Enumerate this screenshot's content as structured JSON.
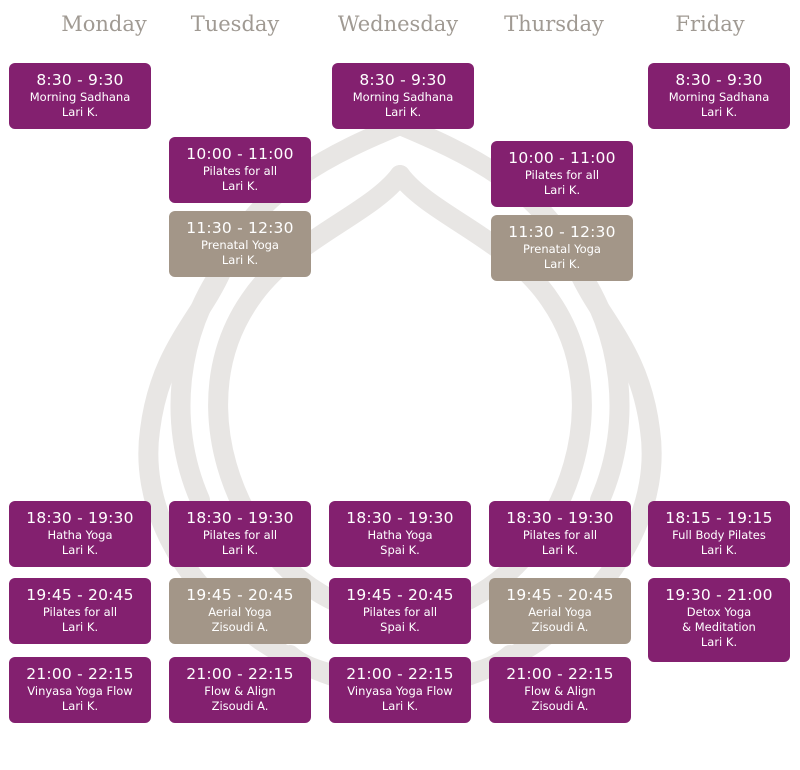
{
  "colors": {
    "purple": "#83206f",
    "grey": "#a39688",
    "header": "#a09a93",
    "lotus": "#e8e6e4"
  },
  "days": [
    {
      "name": "Monday"
    },
    {
      "name": "Tuesday"
    },
    {
      "name": "Wednesday"
    },
    {
      "name": "Thursday"
    },
    {
      "name": "Friday"
    }
  ],
  "classes": [
    {
      "time": "8:30 - 9:30",
      "title": "Morning Sadhana",
      "instructor": "Lari K."
    },
    {
      "time": "8:30 - 9:30",
      "title": "Morning Sadhana",
      "instructor": "Lari K."
    },
    {
      "time": "8:30 - 9:30",
      "title": "Morning Sadhana",
      "instructor": "Lari K."
    },
    {
      "time": "10:00 - 11:00",
      "title": "Pilates for all",
      "instructor": "Lari K."
    },
    {
      "time": "10:00 - 11:00",
      "title": "Pilates for all",
      "instructor": "Lari K."
    },
    {
      "time": "11:30 - 12:30",
      "title": "Prenatal Yoga",
      "instructor": "Lari K."
    },
    {
      "time": "11:30 - 12:30",
      "title": "Prenatal Yoga",
      "instructor": "Lari K."
    },
    {
      "time": "18:30 - 19:30",
      "title": "Hatha Yoga",
      "instructor": "Lari K."
    },
    {
      "time": "18:30 - 19:30",
      "title": "Pilates for all",
      "instructor": "Lari K."
    },
    {
      "time": "18:30 - 19:30",
      "title": "Hatha Yoga",
      "instructor": "Spai K."
    },
    {
      "time": "18:30 - 19:30",
      "title": "Pilates for all",
      "instructor": "Lari K."
    },
    {
      "time": "18:15 - 19:15",
      "title": "Full Body Pilates",
      "instructor": "Lari K."
    },
    {
      "time": "19:45 - 20:45",
      "title": "Pilates for all",
      "instructor": "Lari K."
    },
    {
      "time": "19:45 - 20:45",
      "title": "Aerial Yoga",
      "instructor": "Zisoudi A."
    },
    {
      "time": "19:45 - 20:45",
      "title": "Pilates for all",
      "instructor": "Spai K."
    },
    {
      "time": "19:45 - 20:45",
      "title": "Aerial Yoga",
      "instructor": "Zisoudi A."
    },
    {
      "time": "19:30 - 21:00",
      "title": "Detox Yoga",
      "title2": "& Meditation",
      "instructor": "Lari K."
    },
    {
      "time": "21:00 - 22:15",
      "title": "Vinyasa Yoga Flow",
      "instructor": "Lari K."
    },
    {
      "time": "21:00 - 22:15",
      "title": "Flow & Align",
      "instructor": "Zisoudi A."
    },
    {
      "time": "21:00 - 22:15",
      "title": "Vinyasa Yoga Flow",
      "instructor": "Lari K."
    },
    {
      "time": "21:00 - 22:15",
      "title": "Flow & Align",
      "instructor": "Zisoudi A."
    }
  ]
}
